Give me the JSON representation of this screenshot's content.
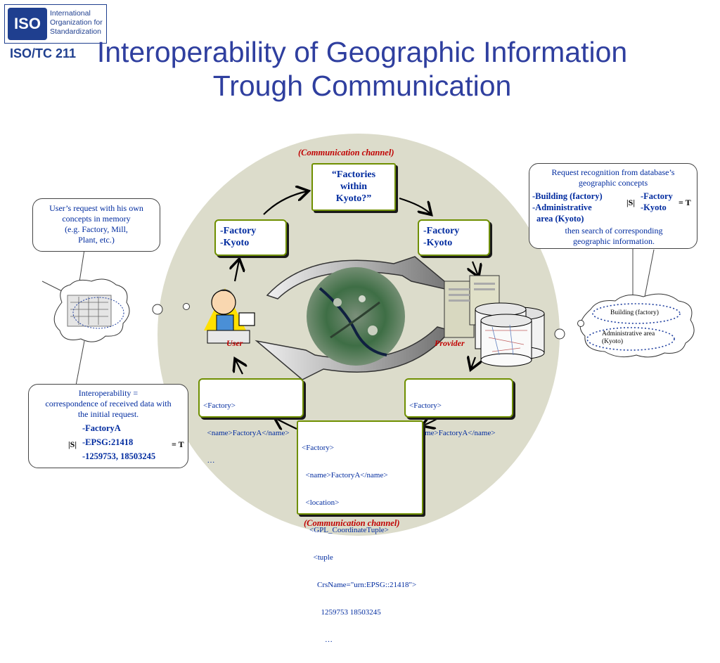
{
  "header": {
    "logo_abbrev": "ISO",
    "logo_org": "International\nOrganization for\nStandardization",
    "committee": "ISO/TC 211",
    "title": "Interoperability of Geographic Information Trough Communication"
  },
  "diagram": {
    "channel_top": "(Communication channel)",
    "channel_bottom": "(Communication channel)",
    "query": "“Factories within Kyoto?”",
    "left_box": [
      "-Factory",
      "-Kyoto"
    ],
    "right_box": [
      "-Factory",
      "-Kyoto"
    ],
    "user_label": "User",
    "provider_label": "Provider",
    "xml_left": [
      "<Factory>",
      "  <name>FactoryA</name>",
      "  …"
    ],
    "xml_right": [
      "<Factory>",
      "  <name>FactoryA</name>",
      "  …"
    ],
    "xml_center": [
      "<Factory>",
      "  <name>FactoryA</name>",
      "  <location>",
      "    <GPL_CoordinateTuple>",
      "      <tuple",
      "        CrsName=\"urn:EPSG::21418\">",
      "          1259753 18503245",
      "            …"
    ]
  },
  "callout_left_top": {
    "text": "User’s request with his own\nconcepts in memory\n(e.g. Factory, Mill,\nPlant, etc.)"
  },
  "callout_left_bottom": {
    "text": "Interoperability =\ncorrespondence of received data with\nthe initial request.",
    "items": [
      "-FactoryA",
      "-EPSG:21418",
      "-1259753, 18503245"
    ],
    "operator": "|S|",
    "equals": "= T"
  },
  "callout_right": {
    "text_top": "Request recognition from database’s\ngeographic concepts",
    "left_items": [
      "-Building (factory)",
      "-Administrative",
      "area (Kyoto)"
    ],
    "operator": "|S|",
    "right_items": [
      "-Factory",
      "-Kyoto"
    ],
    "equals": "= T",
    "text_bottom": "then search of corresponding\ngeographic information."
  },
  "cloud_right": {
    "item1": "Building (factory)",
    "item2": "Administrative area\n(Kyoto)"
  },
  "colors": {
    "title": "#2f3f9f",
    "channel": "#c00000",
    "box_border": "#6f8f00",
    "text": "#002b9f"
  }
}
